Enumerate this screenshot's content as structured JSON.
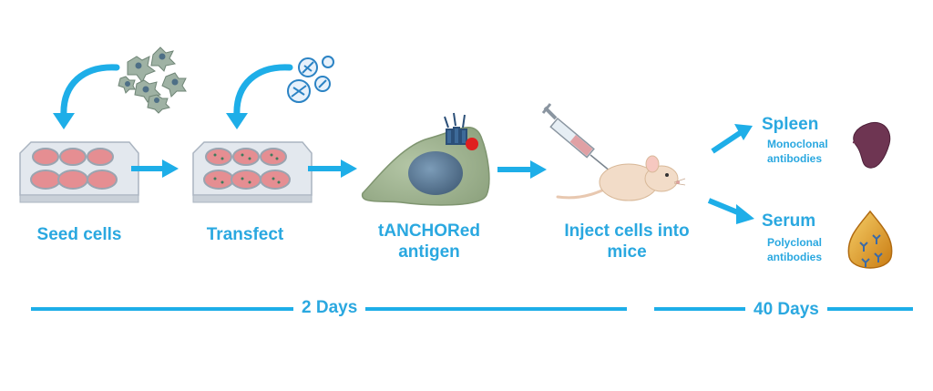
{
  "steps": [
    {
      "label": "Seed cells"
    },
    {
      "label": "Transfect"
    },
    {
      "label": "tANCHORed",
      "label2": "antigen"
    },
    {
      "label": "Inject cells into",
      "label2": "mice"
    }
  ],
  "outputs": [
    {
      "title": "Spleen",
      "sub1": "Monoclonal",
      "sub2": "antibodies"
    },
    {
      "title": "Serum",
      "sub1": "Polyclonal",
      "sub2": "antibodies"
    }
  ],
  "timeline": [
    {
      "label": "2 Days"
    },
    {
      "label": "40 Days"
    }
  ],
  "colors": {
    "accent": "#1eaee8",
    "plate": "#e3e8ee",
    "well_fill": "#e58e92",
    "cell_body": "#9bb08e",
    "nucleus": "#5a7a98",
    "mouse": "#f2dcc8",
    "spleen": "#6e3552",
    "serum": "#e0a030"
  }
}
